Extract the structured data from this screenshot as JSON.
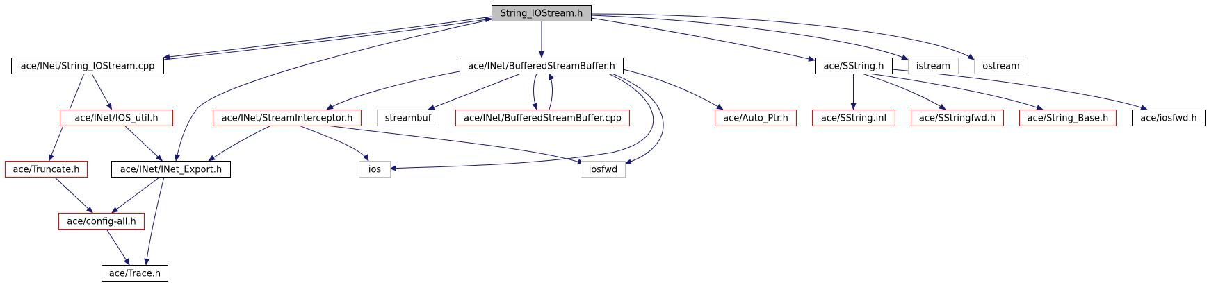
{
  "nodes": {
    "root": {
      "label": "String_IOStream.h",
      "style": "root"
    },
    "string_iostream_cpp": {
      "label": "ace/INet/String_IOStream.cpp",
      "style": "black"
    },
    "buffered_stream_buffer_h": {
      "label": "ace/INet/BufferedStreamBuffer.h",
      "style": "black"
    },
    "sstring_h": {
      "label": "ace/SString.h",
      "style": "black"
    },
    "istream": {
      "label": "istream",
      "style": "gray"
    },
    "ostream": {
      "label": "ostream",
      "style": "gray"
    },
    "ios_util_h": {
      "label": "ace/INet/IOS_util.h",
      "style": "red"
    },
    "stream_interceptor_h": {
      "label": "ace/INet/StreamInterceptor.h",
      "style": "red"
    },
    "streambuf": {
      "label": "streambuf",
      "style": "gray"
    },
    "buffered_stream_buffer_cpp": {
      "label": "ace/INet/BufferedStreamBuffer.cpp",
      "style": "red"
    },
    "auto_ptr_h": {
      "label": "ace/Auto_Ptr.h",
      "style": "red"
    },
    "sstring_inl": {
      "label": "ace/SString.inl",
      "style": "red"
    },
    "sstringfwd_h": {
      "label": "ace/SStringfwd.h",
      "style": "red"
    },
    "string_base_h": {
      "label": "ace/String_Base.h",
      "style": "red"
    },
    "iosfwd_h": {
      "label": "ace/iosfwd.h",
      "style": "black"
    },
    "truncate_h": {
      "label": "ace/Truncate.h",
      "style": "red"
    },
    "inet_export_h": {
      "label": "ace/INet/INet_Export.h",
      "style": "black"
    },
    "ios": {
      "label": "ios",
      "style": "gray"
    },
    "iosfwd": {
      "label": "iosfwd",
      "style": "gray"
    },
    "config_all_h": {
      "label": "ace/config-all.h",
      "style": "red"
    },
    "trace_h": {
      "label": "ace/Trace.h",
      "style": "black"
    }
  },
  "edges": [
    [
      "root",
      "string_iostream_cpp"
    ],
    [
      "string_iostream_cpp",
      "root"
    ],
    [
      "root",
      "inet_export_h"
    ],
    [
      "root",
      "buffered_stream_buffer_h"
    ],
    [
      "root",
      "sstring_h"
    ],
    [
      "root",
      "istream"
    ],
    [
      "root",
      "ostream"
    ],
    [
      "string_iostream_cpp",
      "ios_util_h"
    ],
    [
      "string_iostream_cpp",
      "truncate_h"
    ],
    [
      "ios_util_h",
      "inet_export_h"
    ],
    [
      "buffered_stream_buffer_h",
      "stream_interceptor_h"
    ],
    [
      "buffered_stream_buffer_h",
      "streambuf"
    ],
    [
      "buffered_stream_buffer_h",
      "buffered_stream_buffer_cpp"
    ],
    [
      "buffered_stream_buffer_cpp",
      "buffered_stream_buffer_h"
    ],
    [
      "buffered_stream_buffer_h",
      "auto_ptr_h"
    ],
    [
      "buffered_stream_buffer_h",
      "ios"
    ],
    [
      "buffered_stream_buffer_h",
      "iosfwd"
    ],
    [
      "stream_interceptor_h",
      "inet_export_h"
    ],
    [
      "stream_interceptor_h",
      "ios"
    ],
    [
      "stream_interceptor_h",
      "iosfwd"
    ],
    [
      "sstring_h",
      "sstring_inl"
    ],
    [
      "sstring_h",
      "sstringfwd_h"
    ],
    [
      "sstring_h",
      "string_base_h"
    ],
    [
      "sstring_h",
      "iosfwd_h"
    ],
    [
      "truncate_h",
      "config_all_h"
    ],
    [
      "inet_export_h",
      "config_all_h"
    ],
    [
      "inet_export_h",
      "trace_h"
    ],
    [
      "config_all_h",
      "trace_h"
    ]
  ],
  "colors": {
    "edge": "#191970",
    "root_fill": "#bfbfbf",
    "black_border": "#000000",
    "red_border": "#ff0000",
    "gray_border": "#bfbfbf"
  }
}
